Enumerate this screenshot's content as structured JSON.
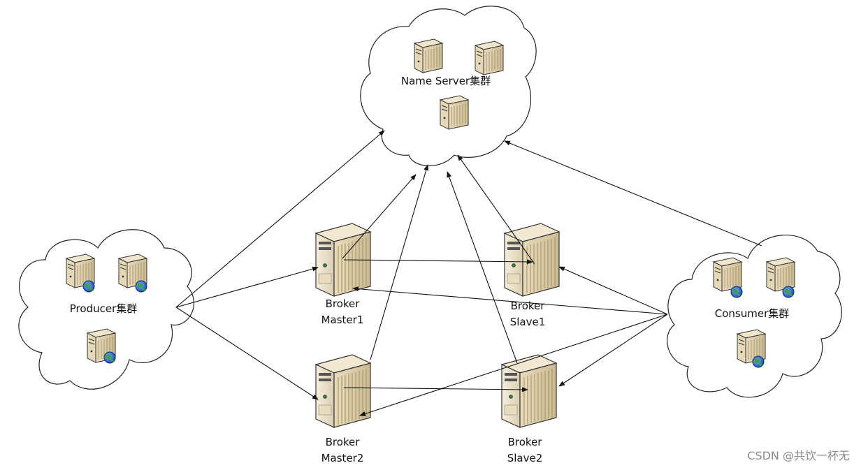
{
  "clusters": {
    "name_server": "Name Server集群",
    "producer": "Producer集群",
    "consumer": "Consumer集群"
  },
  "brokers": {
    "master1": [
      "Broker",
      "Master1"
    ],
    "slave1": [
      "Broker",
      "Slave1"
    ],
    "master2": [
      "Broker",
      "Master2"
    ],
    "slave2": [
      "Broker",
      "Slave2"
    ]
  },
  "watermark": "CSDN @共饮一杯无"
}
